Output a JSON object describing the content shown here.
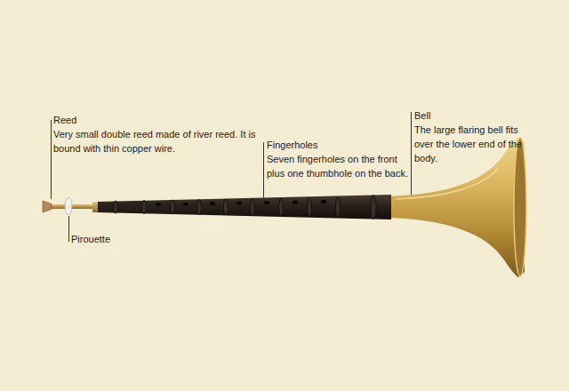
{
  "diagram": {
    "labels": [
      "Reed",
      "Very small double reed made of river reed. It is bound with thin copper wire.",
      "Pirouette",
      "Fingerholes",
      "Seven fingerholes on the front plus one thumbhole on the back.",
      "Bell",
      "The large flaring bell fits over the lower end of the body."
    ]
  }
}
